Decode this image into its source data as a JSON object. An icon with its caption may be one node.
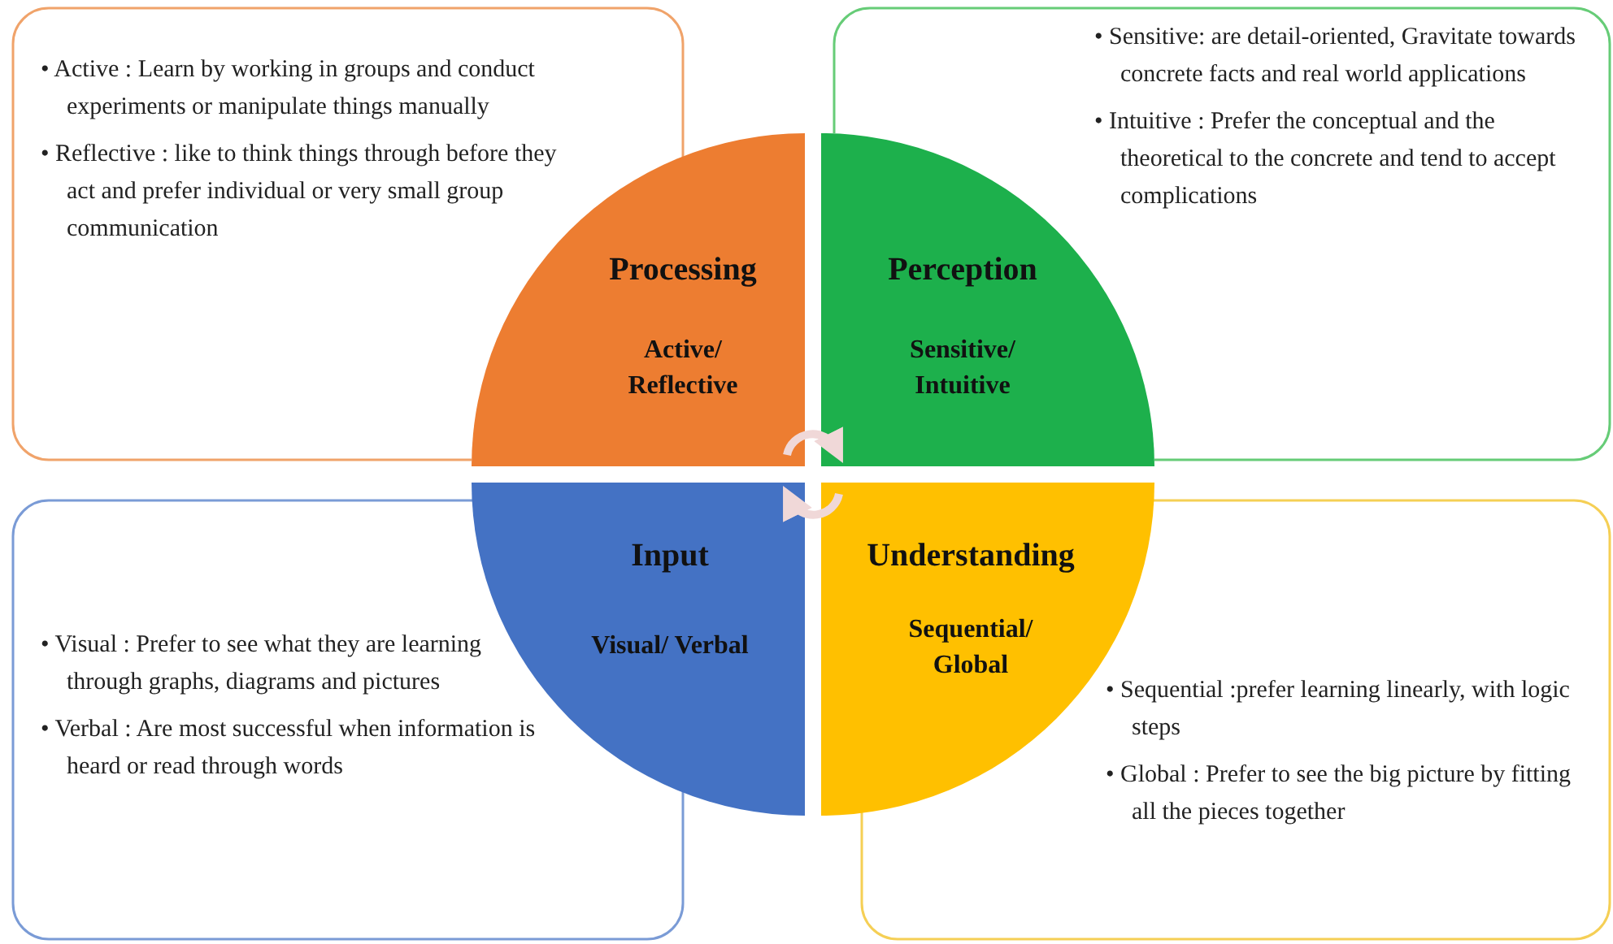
{
  "diagram": {
    "nodes": [
      {
        "text": [
          "• Active : Learn by working in groups and conduct experiments or manipulate things manually",
          "• Reflective : like to think things through before they act and prefer individual or very small group communication"
        ]
      },
      {
        "text": [
          "• Sensitive: are detail-oriented, Gravitate towards concrete facts and real world applications",
          "• Intuitive : Prefer the conceptual and the theoretical to the concrete and tend to accept complications"
        ]
      },
      {
        "text": [
          "Processing",
          "Active/ Reflective"
        ]
      },
      {
        "text": [
          "Perception",
          "Sensitive/ Intuitive"
        ]
      },
      {
        "text": [
          "Input",
          "Visual/ Verbal"
        ]
      },
      {
        "text": [
          "Understanding",
          "Sequential/ Global"
        ]
      },
      {
        "text": [
          "• Visual : Prefer to see what they are learning through graphs, diagrams and pictures",
          "• Verbal : Are most successful when information is heard or read through words"
        ]
      },
      {
        "text": [
          "• Sequential :prefer learning linearly, with logic steps",
          "• Global : Prefer to see the big picture by fitting all the pieces together"
        ]
      }
    ],
    "edges": [
      {
        "from": 2,
        "to": 3,
        "arrow": "to"
      },
      {
        "from": 5,
        "to": 4,
        "arrow": "to"
      }
    ]
  }
}
